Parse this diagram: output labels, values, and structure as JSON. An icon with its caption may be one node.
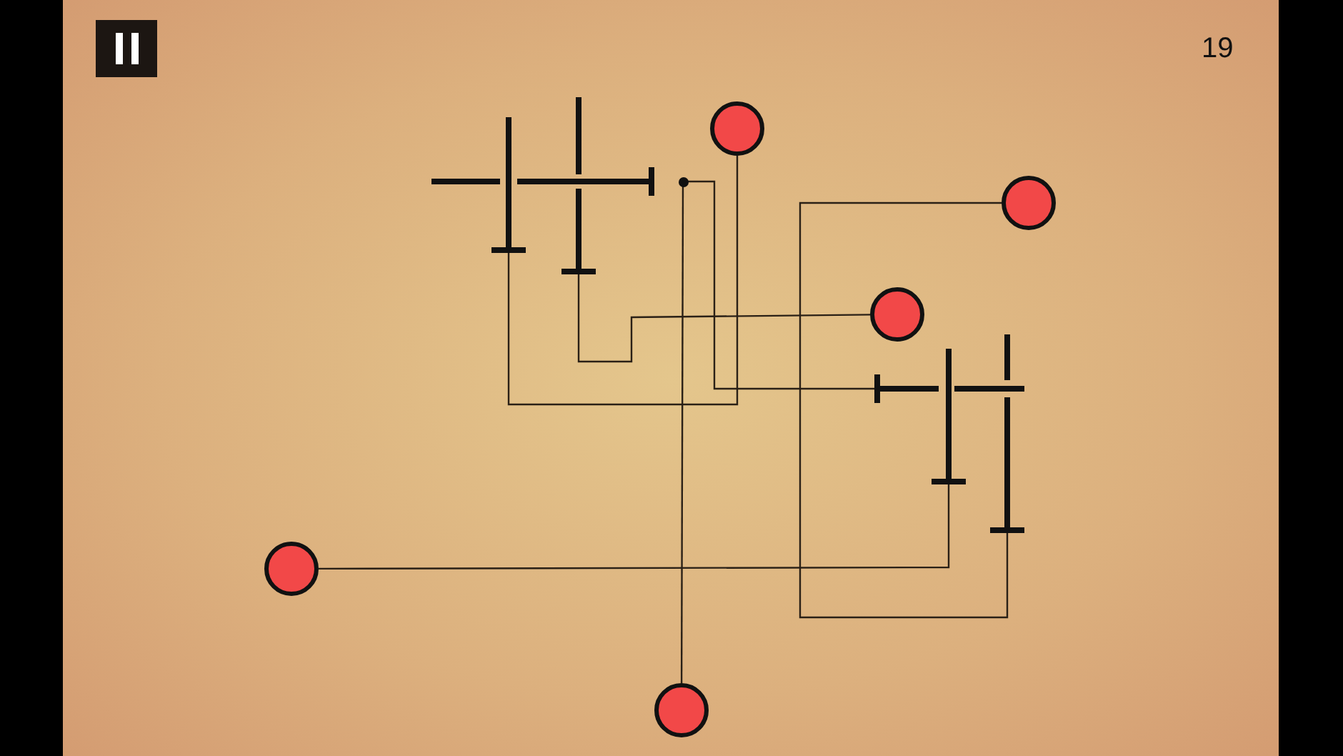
{
  "diagram": {
    "nodes": [
      {
        "text": [],
        "shape": "bar"
      },
      {
        "text": [],
        "shape": "bar"
      },
      {
        "text": [],
        "shape": "circle"
      },
      {
        "text": [],
        "shape": "bar"
      },
      {
        "text": [],
        "shape": "bar"
      },
      {
        "text": [],
        "shape": "circle"
      },
      {
        "text": [],
        "shape": "circle"
      },
      {
        "text": [],
        "shape": "circle"
      },
      {
        "text": [],
        "shape": "bar"
      },
      {
        "text": [],
        "shape": "bar"
      },
      {
        "text": [],
        "shape": "bar"
      },
      {
        "text": [],
        "shape": "bar"
      },
      {
        "text": [],
        "shape": "circle"
      },
      {
        "text": [],
        "shape": "circle"
      }
    ],
    "edges": [
      {
        "from": 0,
        "to": 7,
        "arrow": "none"
      },
      {
        "from": 1,
        "to": 2,
        "arrow": "none"
      },
      {
        "from": 5,
        "to": 13,
        "arrow": "none"
      },
      {
        "from": 5,
        "to": 10,
        "arrow": "none"
      },
      {
        "from": 9,
        "to": 12,
        "arrow": "none"
      },
      {
        "from": 8,
        "to": 6,
        "arrow": "none"
      }
    ],
    "labels": [
      "19"
    ]
  }
}
